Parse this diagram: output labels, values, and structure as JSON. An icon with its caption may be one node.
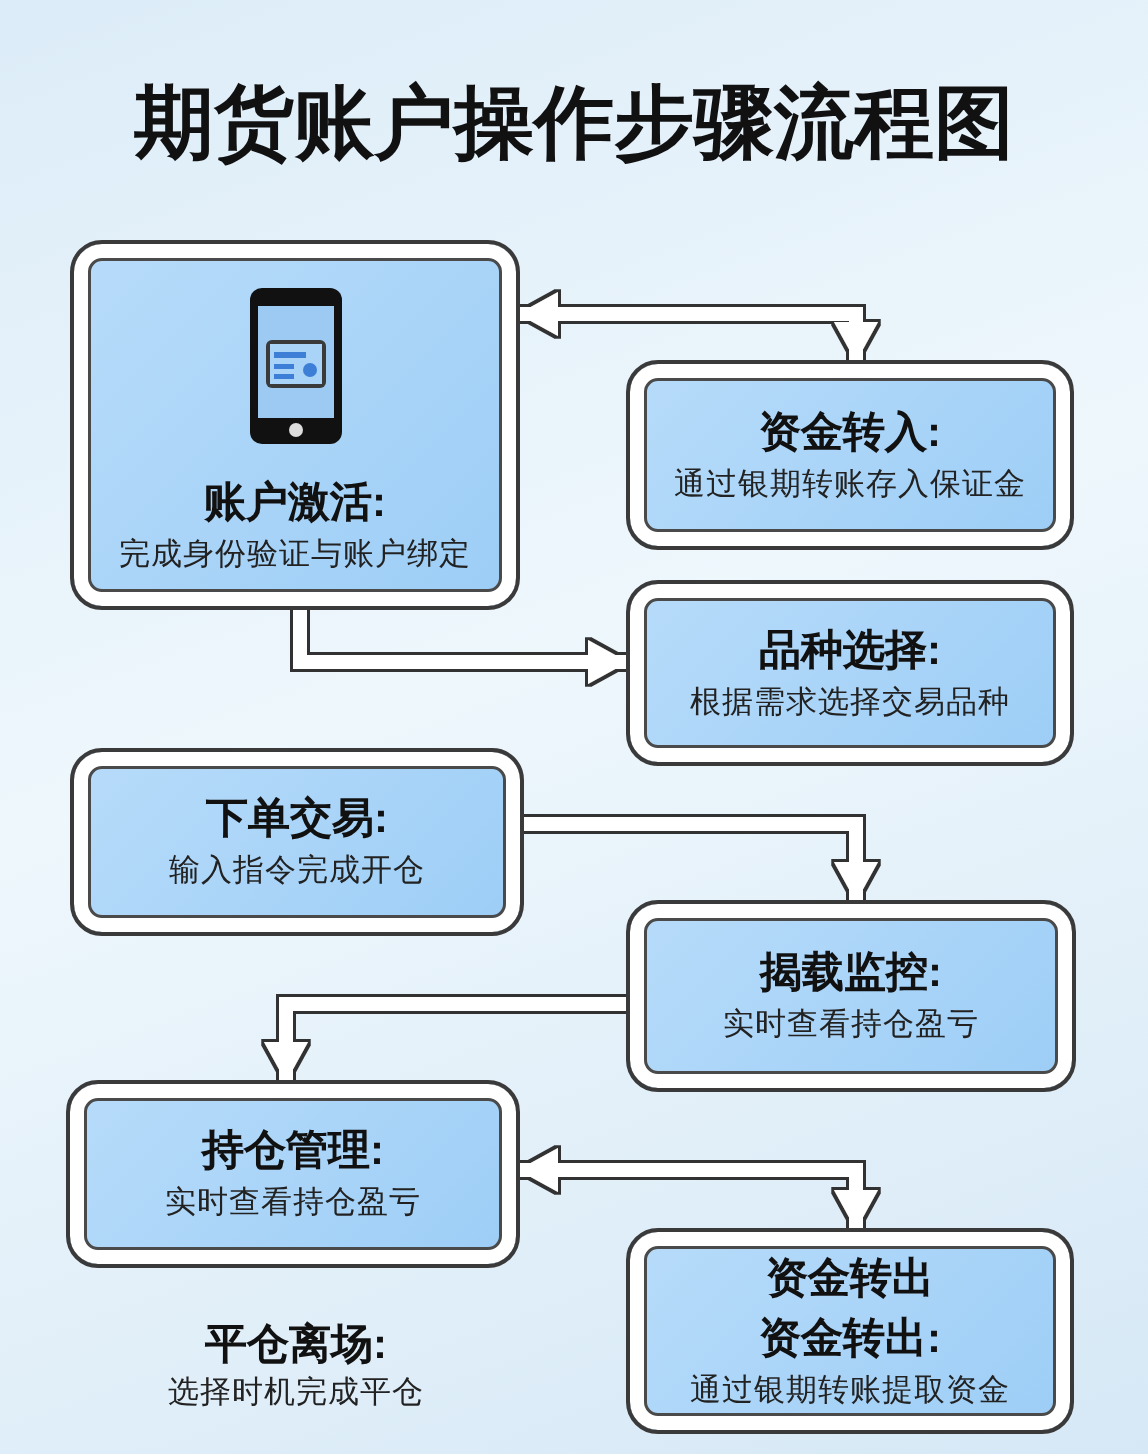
{
  "diagram": {
    "title": "期货账户操作步骤流程图",
    "nodes": [
      {
        "text": [
          "账户激活:",
          "完成身份验证与账户绑定"
        ]
      },
      {
        "text": [
          "资金转入:",
          "通过银期转账存入保证金"
        ]
      },
      {
        "text": [
          "品种选择:",
          "根据需求选择交易品种"
        ]
      },
      {
        "text": [
          "下单交易:",
          "输入指令完成开仓"
        ]
      },
      {
        "text": [
          "揭载监控:",
          "实时查看持仓盈亏"
        ]
      },
      {
        "text": [
          "持仓管理:",
          "实时查看持仓盈亏"
        ]
      },
      {
        "text": [
          "资金转出",
          "资金转出:",
          "通过银期转账提取资金"
        ]
      }
    ],
    "edges": [
      {
        "from": 0,
        "to": 1,
        "arrow": "both"
      },
      {
        "from": 0,
        "to": 2,
        "arrow": "to"
      },
      {
        "from": 3,
        "to": 4,
        "arrow": "to"
      },
      {
        "from": 4,
        "to": 5,
        "arrow": "to"
      },
      {
        "from": 5,
        "to": 6,
        "arrow": "both"
      }
    ],
    "labels": [
      "平仓离场:",
      "选择时机完成平仓"
    ]
  }
}
